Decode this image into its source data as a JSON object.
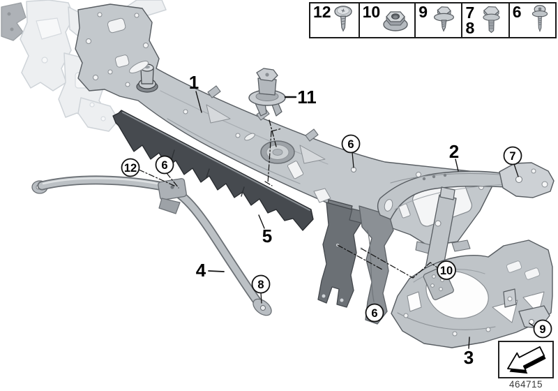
{
  "legend": {
    "cells": [
      {
        "number": "12",
        "icon": "pan-head-screw-icon"
      },
      {
        "number": "10",
        "icon": "flange-nut-icon"
      },
      {
        "number": "9",
        "icon": "hex-washer-screw-icon"
      },
      {
        "number": "7",
        "number2": "8",
        "icon": "hex-flange-bolt-icon"
      },
      {
        "number": "6",
        "icon": "torx-washer-screw-icon"
      }
    ]
  },
  "callouts": {
    "c12": "12",
    "c6_strut": "6",
    "c6_carrier": "6",
    "c7": "7",
    "c8": "8",
    "c10": "10",
    "c6_bracket": "6",
    "c9": "9"
  },
  "part_labels": {
    "p1": "1",
    "p2": "2",
    "p3": "3",
    "p4": "4",
    "p5": "5",
    "p11": "11"
  },
  "footer": {
    "part_number": "464715"
  },
  "colors": {
    "part_gray": "#c3c8cc",
    "part_dark": "#464a4f",
    "bracket_mid": "#8b9095",
    "bracket_dark": "#6b7075",
    "outline": "#575c61",
    "callout_line": "#111111"
  }
}
